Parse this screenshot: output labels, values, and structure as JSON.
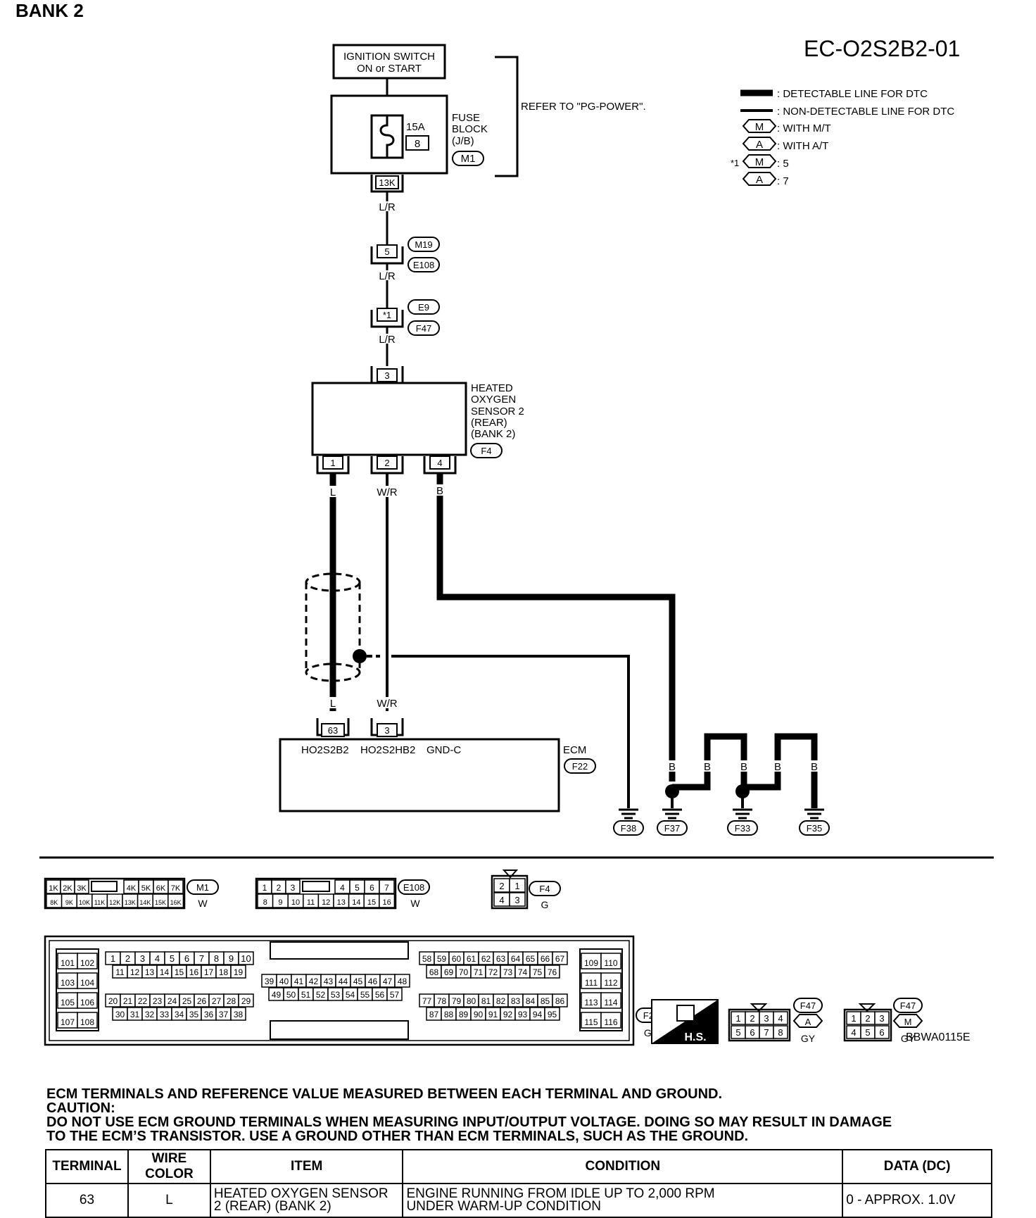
{
  "header": {
    "bank": "BANK 2",
    "diagram_id": "EC-O2S2B2-01",
    "figure_code": "BBWA0115E"
  },
  "legend": {
    "detectable": ": DETECTABLE LINE FOR DTC",
    "non_detectable": ": NON-DETECTABLE LINE FOR DTC",
    "with_mt": ": WITH M/T",
    "with_at": ": WITH A/T",
    "footnote_mark": "*1",
    "mt_pin": ": 5",
    "at_pin": ": 7",
    "m": "M",
    "a": "A"
  },
  "components": {
    "ignition_line1": "IGNITION SWITCH",
    "ignition_line2": "ON or START",
    "fuse_amp": "15A",
    "fuse_num": "8",
    "fuse_label1": "FUSE",
    "fuse_label2": "BLOCK",
    "fuse_label3": "(J/B)",
    "fuse_conn": "M1",
    "fuse_pin": "13K",
    "refer": "REFER TO \"PG-POWER\".",
    "sensor_label1": "HEATED",
    "sensor_label2": "OXYGEN",
    "sensor_label3": "SENSOR 2",
    "sensor_label4": "(REAR)",
    "sensor_label5": "(BANK 2)",
    "sensor_conn": "F4",
    "sensor_pin_top": "3",
    "sensor_pin1": "1",
    "sensor_pin2": "2",
    "sensor_pin4": "4",
    "ecm_label": "ECM",
    "ecm_conn": "F22",
    "ecm_pin63": "63",
    "ecm_pin3": "3",
    "ecm_term1": "HO2S2B2",
    "ecm_term2": "HO2S2HB2",
    "ecm_term3": "GND-C"
  },
  "connectors": {
    "m19": "M19",
    "e108": "E108",
    "pin5": "5",
    "e9": "E9",
    "f47": "F47",
    "pin_star1": "*1"
  },
  "wires": {
    "lr": "L/R",
    "l": "L",
    "wr": "W/R",
    "b": "B"
  },
  "grounds": [
    "F38",
    "F37",
    "F33",
    "F35"
  ],
  "connector_views": {
    "m1": {
      "id": "M1",
      "color": "W",
      "row1": [
        "1K",
        "2K",
        "3K",
        "4K",
        "5K",
        "6K",
        "7K"
      ],
      "row2": [
        "8K",
        "9K",
        "10K",
        "11K",
        "12K",
        "13K",
        "14K",
        "15K",
        "16K"
      ]
    },
    "e108": {
      "id": "E108",
      "color": "W",
      "row1": [
        "1",
        "2",
        "3",
        "4",
        "5",
        "6",
        "7"
      ],
      "row2": [
        "8",
        "9",
        "10",
        "11",
        "12",
        "13",
        "14",
        "15",
        "16"
      ]
    },
    "f4": {
      "id": "F4",
      "color": "G",
      "row1": [
        "2",
        "1"
      ],
      "row2": [
        "4",
        "3"
      ]
    },
    "f22": {
      "id": "F22",
      "color": "GY",
      "left_col": [
        [
          "101",
          "102"
        ],
        [
          "103",
          "104"
        ],
        [
          "105",
          "106"
        ],
        [
          "107",
          "108"
        ]
      ],
      "a_row1": [
        "1",
        "2",
        "3",
        "4",
        "5",
        "6",
        "7",
        "8",
        "9",
        "10"
      ],
      "a_row2": [
        "11",
        "12",
        "13",
        "14",
        "15",
        "16",
        "17",
        "18",
        "19"
      ],
      "a_row3": [
        "20",
        "21",
        "22",
        "23",
        "24",
        "25",
        "26",
        "27",
        "28",
        "29"
      ],
      "a_row4": [
        "30",
        "31",
        "32",
        "33",
        "34",
        "35",
        "36",
        "37",
        "38"
      ],
      "m_row1": [
        "39",
        "40",
        "41",
        "42",
        "43",
        "44",
        "45",
        "46",
        "47",
        "48"
      ],
      "m_row2": [
        "49",
        "50",
        "51",
        "52",
        "53",
        "54",
        "55",
        "56",
        "57"
      ],
      "b_row1": [
        "58",
        "59",
        "60",
        "61",
        "62",
        "63",
        "64",
        "65",
        "66",
        "67"
      ],
      "b_row2": [
        "68",
        "69",
        "70",
        "71",
        "72",
        "73",
        "74",
        "75",
        "76"
      ],
      "b_row3": [
        "77",
        "78",
        "79",
        "80",
        "81",
        "82",
        "83",
        "84",
        "85",
        "86"
      ],
      "b_row4": [
        "87",
        "88",
        "89",
        "90",
        "91",
        "92",
        "93",
        "94",
        "95"
      ],
      "right_col": [
        [
          "109",
          "110"
        ],
        [
          "111",
          "112"
        ],
        [
          "113",
          "114"
        ],
        [
          "115",
          "116"
        ]
      ]
    },
    "hs": "H.S.",
    "f47_at": {
      "id": "F47",
      "color": "GY",
      "row1": [
        "1",
        "2",
        "3",
        "4"
      ],
      "row2": [
        "5",
        "6",
        "7",
        "8"
      ]
    },
    "f47_mt": {
      "id": "F47",
      "color": "GY",
      "row1": [
        "1",
        "2",
        "3"
      ],
      "row2": [
        "4",
        "5",
        "6"
      ]
    }
  },
  "reference": {
    "line1": "ECM TERMINALS AND REFERENCE VALUE MEASURED BETWEEN EACH TERMINAL AND GROUND.",
    "line2": "CAUTION:",
    "line3": "DO NOT USE ECM GROUND TERMINALS WHEN MEASURING INPUT/OUTPUT VOLTAGE. DOING SO MAY RESULT IN DAMAGE",
    "line4": "TO THE ECM’S TRANSISTOR. USE A GROUND OTHER THAN ECM TERMINALS, SUCH AS THE GROUND."
  },
  "table": {
    "headers": {
      "terminal": "TERMINAL",
      "wire_color": "WIRE COLOR",
      "item": "ITEM",
      "condition": "CONDITION",
      "data": "DATA (DC)"
    },
    "row": {
      "terminal": "63",
      "wire_color": "L",
      "item1": "HEATED OXYGEN SENSOR",
      "item2": "2 (REAR) (BANK 2)",
      "cond1": "ENGINE RUNNING FROM IDLE UP TO 2,000 RPM",
      "cond2": "UNDER WARM-UP CONDITION",
      "data": "0 - APPROX. 1.0V"
    }
  }
}
